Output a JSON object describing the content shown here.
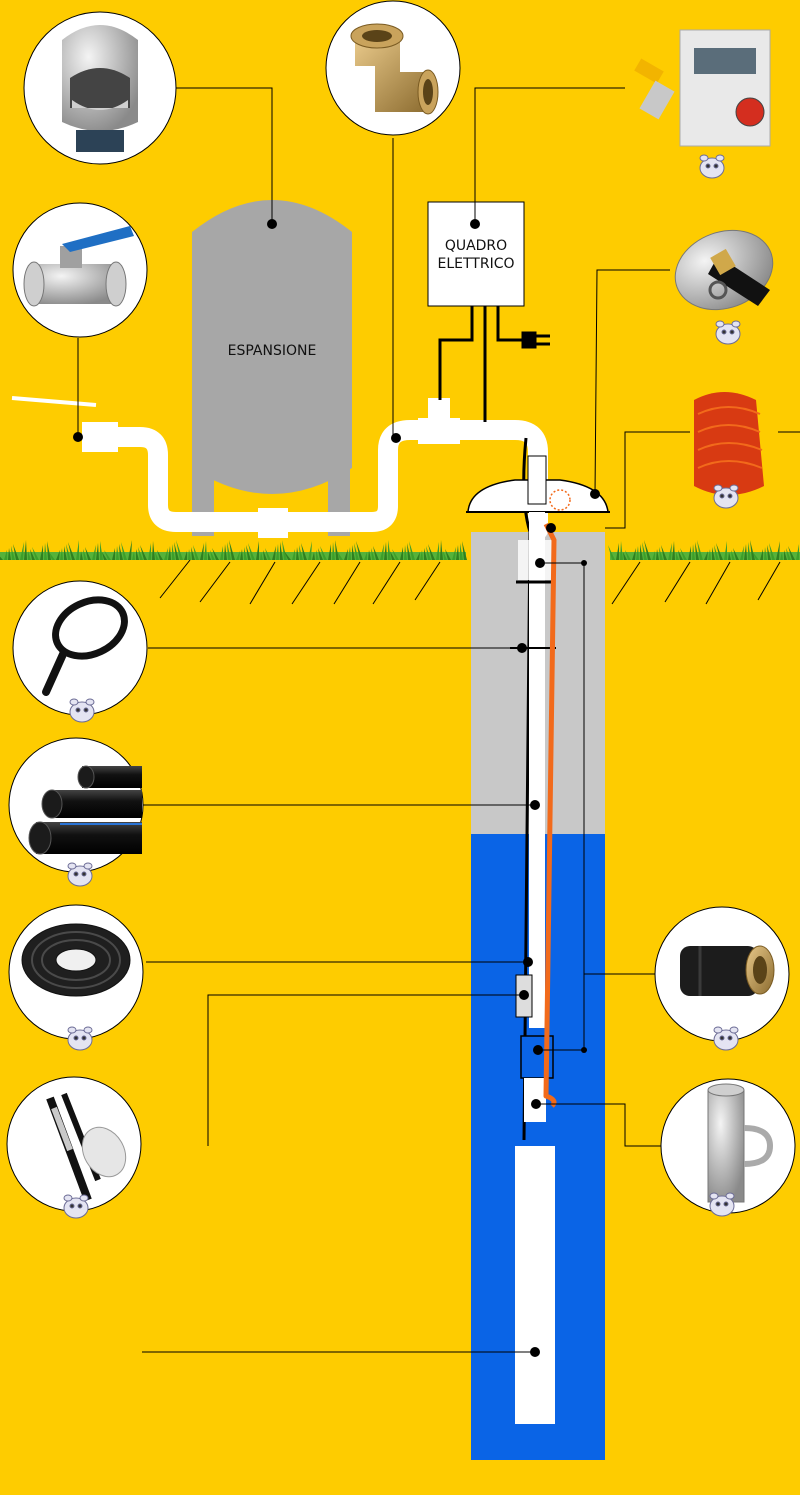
{
  "colors": {
    "background": "#FECC00",
    "soil_line": "#000000",
    "grass": "#3d9e2a",
    "well_air": "#C8C8C8",
    "water": "#0A64E6",
    "tank": "#A7A7A7",
    "pipe": "#FFFFFF",
    "cable": "#000000",
    "safety_rope": "#F26A1B"
  },
  "labels": {
    "tank": "ESPANSIONE",
    "panel_line1": "QUADRO",
    "panel_line2": "ELETTRICO"
  },
  "icons": {
    "expansion_tank_photo": "expansion-vessel-icon",
    "elbow_fitting_photo": "brass-elbow-icon",
    "control_panel_photo": "control-panel-icon",
    "ball_valve_photo": "ball-valve-icon",
    "well_cap_photo": "well-cap-icon",
    "safety_rope_photo": "rope-coil-icon",
    "cable_tie_photo": "cable-tie-icon",
    "pe_pipe_photo": "pe-pipe-icon",
    "cable_roll_photo": "cable-roll-icon",
    "splice_kit_photo": "splice-kit-icon",
    "pipe_coupling_photo": "compression-coupling-icon",
    "pipe_nipple_photo": "pipe-nipple-icon",
    "mascot": "hippo-mascot-icon"
  }
}
